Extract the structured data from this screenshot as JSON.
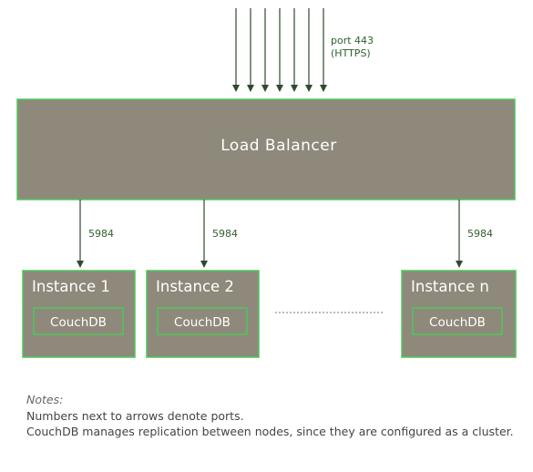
{
  "colors": {
    "box_fill": "#8f897c",
    "box_border": "#4cc75a",
    "arrow": "#2f4a2f",
    "text_light": "#ffffff"
  },
  "incoming": {
    "port_line1": "port 443",
    "port_line2": "(HTTPS)",
    "arrow_count": 7
  },
  "load_balancer": {
    "label": "Load Balancer"
  },
  "connections": [
    {
      "port": "5984"
    },
    {
      "port": "5984"
    },
    {
      "port": "5984"
    }
  ],
  "instances": [
    {
      "label": "Instance 1",
      "db": "CouchDB"
    },
    {
      "label": "Instance 2",
      "db": "CouchDB"
    },
    {
      "label": "Instance n",
      "db": "CouchDB"
    }
  ],
  "notes": {
    "title": "Notes:",
    "line1": "Numbers next to arrows denote ports.",
    "line2": "CouchDB manages replication between nodes, since they are configured as a cluster."
  }
}
